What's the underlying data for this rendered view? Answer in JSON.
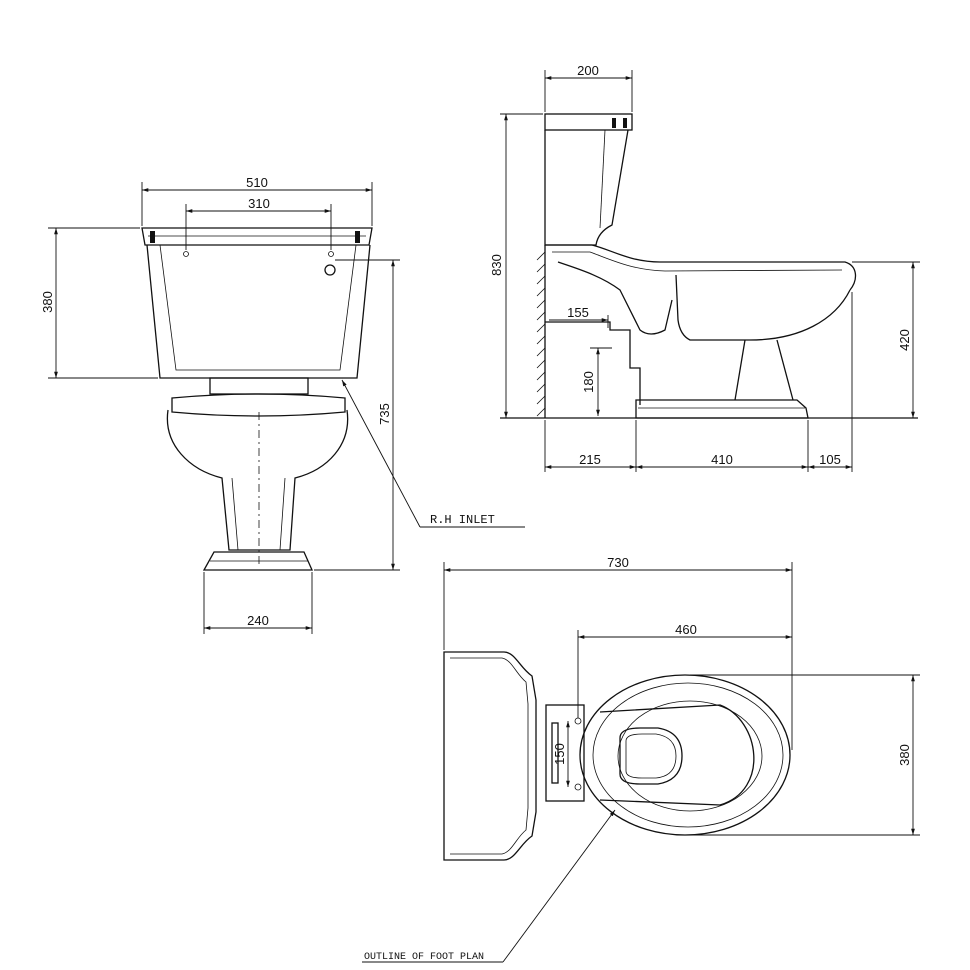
{
  "front_view": {
    "dim_width_overall": "510",
    "dim_fixing_centres": "310",
    "dim_cistern_height": "380",
    "dim_inlet_height": "735",
    "dim_foot_width": "240",
    "note_inlet": "R.H INLET"
  },
  "side_view": {
    "dim_cistern_depth": "200",
    "dim_overall_height": "830",
    "dim_outlet_height": "155",
    "dim_outlet_centre": "180",
    "dim_rim_height": "420",
    "dim_wall_to_foot": "215",
    "dim_foot_length": "410",
    "dim_bowl_overhang": "105"
  },
  "plan_view": {
    "dim_overall_projection": "730",
    "dim_seat_fixing_to_front": "460",
    "dim_seat_fixing_centres": "150",
    "dim_bowl_width": "380",
    "note_foot_plan": "OUTLINE OF FOOT PLAN"
  }
}
